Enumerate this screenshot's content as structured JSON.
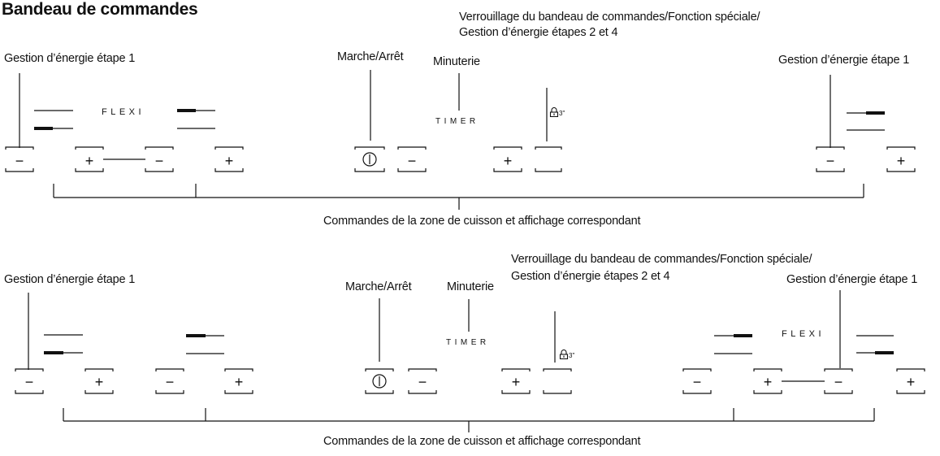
{
  "title": "Bandeau de commandes",
  "panel1": {
    "label_left": "Gestion d’énergie étape 1",
    "label_onoff": "Marche/Arrêt",
    "label_timer": "Minuterie",
    "label_lock": "Verrouillage du bandeau de commandes/Fonction spéciale/",
    "label_lock2": "Gestion d’énergie étapes 2 et 4",
    "label_right": "Gestion d’énergie étape 1",
    "flexi": "FLEXI",
    "timer_display": "TIMER",
    "lock_suffix": "3\"",
    "bottom_caption": "Commandes de la zone de cuisson et affichage correspondant",
    "minus": "−",
    "plus": "+"
  },
  "panel2": {
    "label_left": "Gestion d’énergie étape 1",
    "label_onoff": "Marche/Arrêt",
    "label_timer": "Minuterie",
    "label_lock": "Verrouillage du bandeau de commandes/Fonction spéciale/",
    "label_lock2": "Gestion d’énergie étapes 2 et 4",
    "label_right": "Gestion d’énergie étape 1",
    "flexi": "FLEXI",
    "timer_display": "TIMER",
    "lock_suffix": "3\"",
    "bottom_caption": "Commandes de la zone de cuisson et affichage correspondant",
    "minus": "−",
    "plus": "+"
  }
}
